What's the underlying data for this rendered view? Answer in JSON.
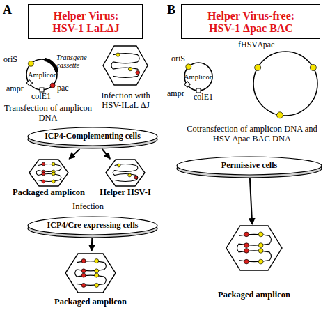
{
  "diagram": {
    "nodes": [
      {
        "text": [
          "Helper Virus: HSV-1 LaLΔJ"
        ]
      },
      {
        "text": [
          "oriS",
          "Amplicon",
          "Transgene cassette",
          "ampr",
          "colE1",
          "pac",
          "Transfection of amplicon DNA"
        ]
      },
      {
        "text": [
          "Infection with HSV-ILaL ΔJ"
        ]
      },
      {
        "text": [
          "ICP4-Complementing cells"
        ]
      },
      {
        "text": [
          "Packaged amplicon"
        ]
      },
      {
        "text": [
          "Helper HSV-I"
        ]
      },
      {
        "text": [
          "ICP4/Cre expressing cells"
        ]
      },
      {
        "text": [
          "Packaged amplicon"
        ]
      },
      {
        "text": [
          "Helper Virus-free: HSV-1 Δpac BAC"
        ]
      },
      {
        "text": [
          "oriS",
          "Amplicon",
          "ampr",
          "colE1"
        ]
      },
      {
        "text": [
          "fHSVΔpac"
        ]
      },
      {
        "text": [
          "Permissive cells"
        ]
      },
      {
        "text": [
          "Packaged amplicon"
        ]
      }
    ],
    "edges": [
      {
        "from": 3,
        "to": 4,
        "arrow": "to"
      },
      {
        "from": 3,
        "to": 5,
        "arrow": "to"
      },
      {
        "from": 6,
        "to": 7,
        "arrow": "to"
      },
      {
        "from": 11,
        "to": 12,
        "arrow": "to"
      }
    ],
    "labels": [
      "A",
      "B",
      "Infection",
      "Cotransfection of amplicon DNA and HSV Δpac BAC DNA"
    ]
  }
}
